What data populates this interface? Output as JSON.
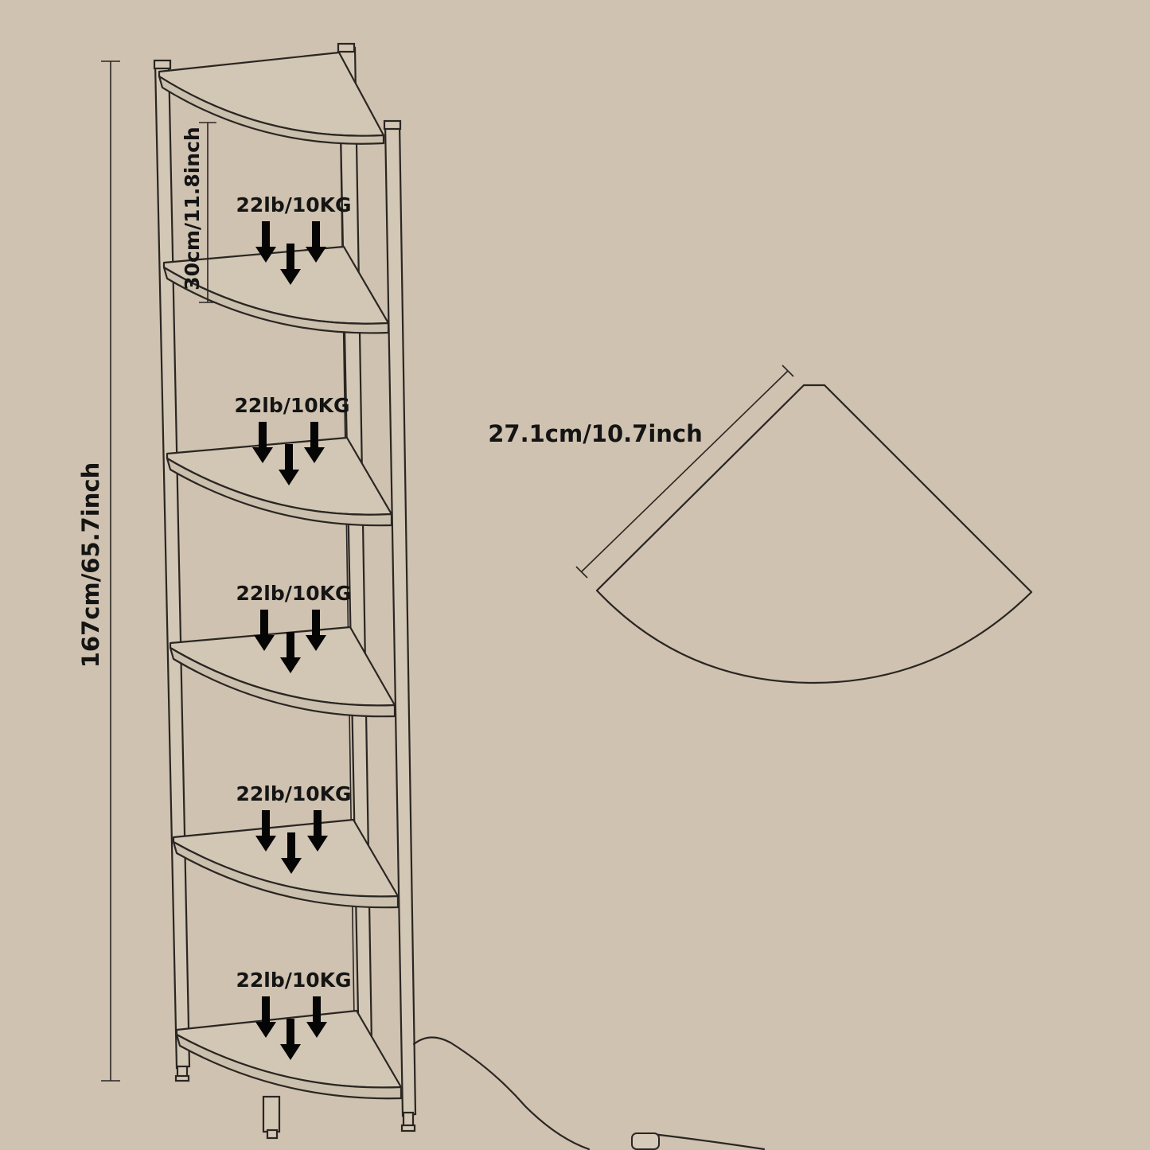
{
  "dimensions": {
    "total_height": "167cm/65.7inch",
    "shelf_spacing": "30cm/11.8inch",
    "shelf_depth": "27.1cm/10.7inch"
  },
  "load_labels": [
    "22lb/10KG",
    "22lb/10KG",
    "22lb/10KG",
    "22lb/10KG",
    "22lb/10KG"
  ],
  "colors": {
    "background": "#cfc2b0",
    "line": "#2a2622",
    "text": "#141414",
    "arrow": "#050505"
  },
  "icons": {
    "load_arrow": "down-arrow-icon"
  }
}
